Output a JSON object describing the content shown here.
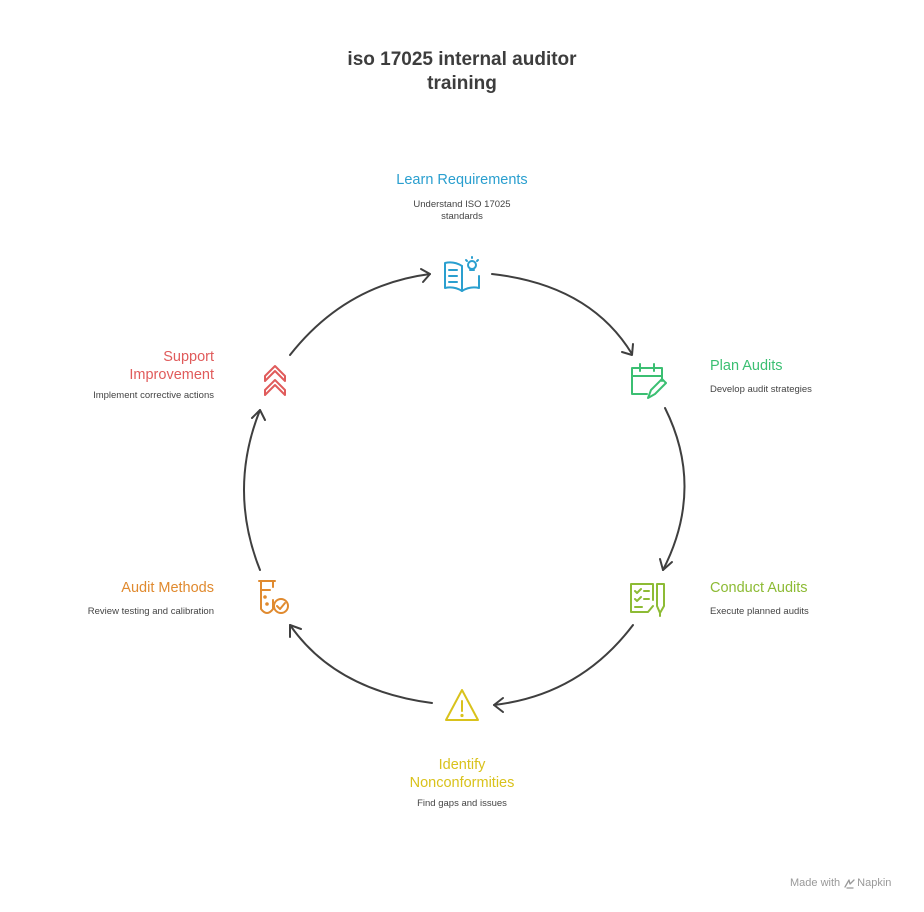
{
  "title": "iso 17025 internal auditor\ntraining",
  "steps": [
    {
      "id": "learn",
      "title": "Learn Requirements",
      "description": "Understand ISO 17025\nstandards",
      "color": "#2a9fcf",
      "icon": "book-lightbulb-icon"
    },
    {
      "id": "plan",
      "title": "Plan Audits",
      "description": "Develop audit strategies",
      "color": "#3bbf72",
      "icon": "calendar-pencil-icon"
    },
    {
      "id": "conduct",
      "title": "Conduct Audits",
      "description": "Execute planned audits",
      "color": "#8dbb35",
      "icon": "checklist-pen-icon"
    },
    {
      "id": "identify",
      "title": "Identify\nNonconformities",
      "description": "Find gaps and issues",
      "color": "#d9c21c",
      "icon": "warning-triangle-icon"
    },
    {
      "id": "methods",
      "title": "Audit Methods",
      "description": "Review testing and calibration",
      "color": "#e08a2f",
      "icon": "test-tube-check-icon"
    },
    {
      "id": "improve",
      "title": "Support\nImprovement",
      "description": "Implement corrective actions",
      "color": "#e05b5b",
      "icon": "chevrons-up-icon"
    }
  ],
  "footer": {
    "made_with": "Made with",
    "brand": "Napkin"
  }
}
